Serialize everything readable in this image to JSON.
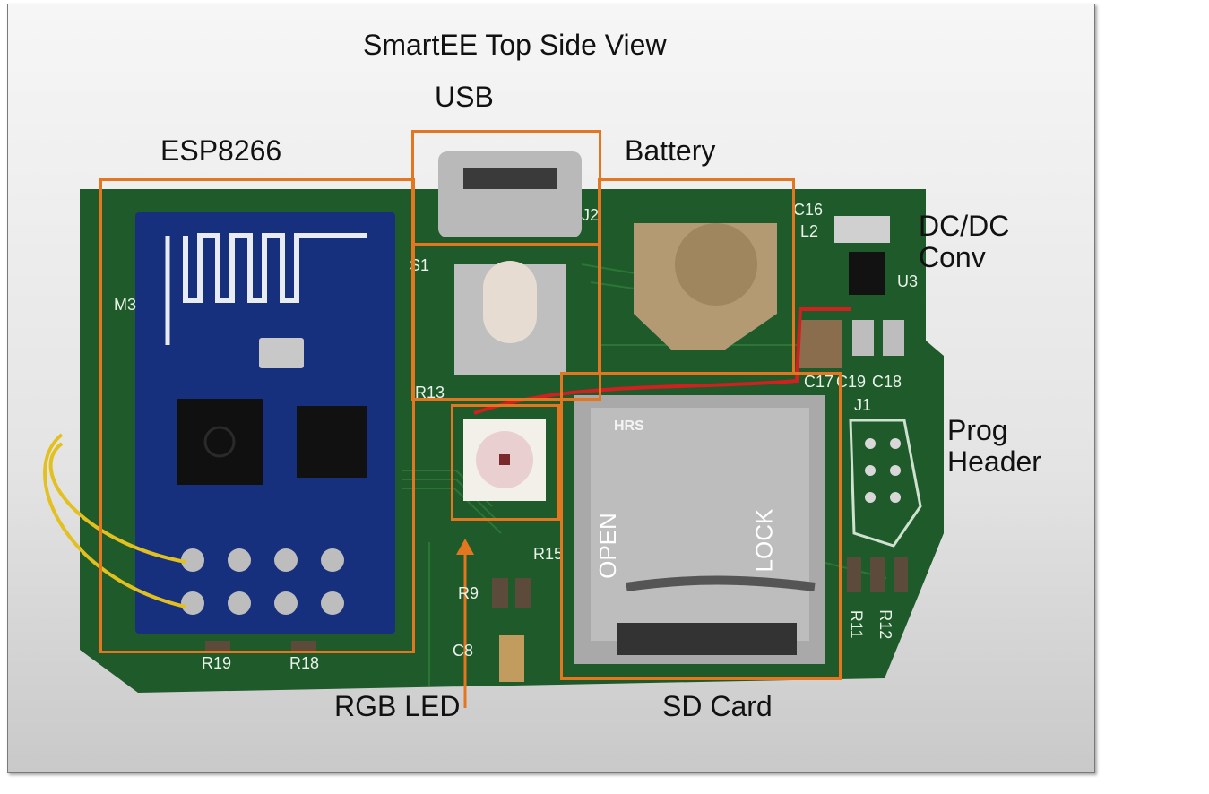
{
  "title": "SmartEE Top Side View",
  "labels": {
    "usb": "USB",
    "esp": "ESP8266",
    "battery": "Battery",
    "dcdc_line1": "DC/DC",
    "dcdc_line2": "Conv",
    "prog_line1": "Prog",
    "prog_line2": "Header",
    "rgb": "RGB LED",
    "sd": "SD Card"
  },
  "silkscreen": {
    "m3": "M3",
    "s1": "S1",
    "j2": "J2",
    "c16": "C16",
    "l2": "L2",
    "u3": "U3",
    "r13": "R13",
    "c17": "C17",
    "c19": "C19",
    "c18": "C18",
    "j1": "J1",
    "r19": "R19",
    "r18": "R18",
    "r15": "R15",
    "r9": "R9",
    "c8": "C8",
    "r11": "R11",
    "r12": "R12",
    "hrs": "HRS",
    "open": "OPEN",
    "lock": "LOCK"
  },
  "colors": {
    "annotation": "#e3761f",
    "pcb": "#1f5a2a",
    "module": "#17307e"
  }
}
